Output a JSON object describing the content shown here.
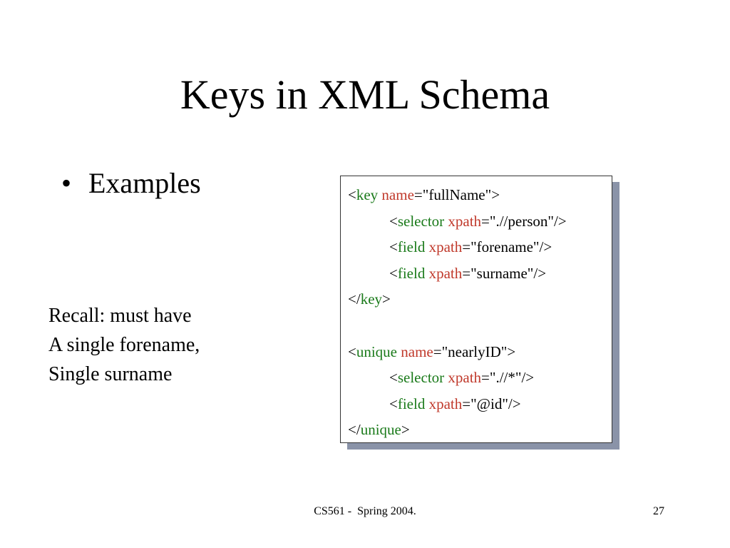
{
  "slide": {
    "title": "Keys in XML Schema",
    "bullet_glyph": "•",
    "bullet": "Examples",
    "note_lines": [
      "Recall: must have",
      "A single forename,",
      "Single surname"
    ]
  },
  "code_block": {
    "colors": {
      "tag": "#1a7a1a",
      "attribute": "#c0392b",
      "text": "#000000"
    },
    "lines": [
      {
        "indent": false,
        "tokens": [
          {
            "type": "punct",
            "text": "<"
          },
          {
            "type": "tag",
            "text": "key"
          },
          {
            "type": "punct",
            "text": " "
          },
          {
            "type": "attr",
            "text": "name"
          },
          {
            "type": "val",
            "text": "=\"fullName\">"
          }
        ]
      },
      {
        "indent": true,
        "tokens": [
          {
            "type": "punct",
            "text": "<"
          },
          {
            "type": "tag",
            "text": "selector"
          },
          {
            "type": "punct",
            "text": " "
          },
          {
            "type": "attr",
            "text": "xpath"
          },
          {
            "type": "val",
            "text": "=\".//person\"/>"
          }
        ]
      },
      {
        "indent": true,
        "tokens": [
          {
            "type": "punct",
            "text": "<"
          },
          {
            "type": "tag",
            "text": "field"
          },
          {
            "type": "punct",
            "text": " "
          },
          {
            "type": "attr",
            "text": "xpath"
          },
          {
            "type": "val",
            "text": "=\"forename\"/>"
          }
        ]
      },
      {
        "indent": true,
        "tokens": [
          {
            "type": "punct",
            "text": "<"
          },
          {
            "type": "tag",
            "text": "field"
          },
          {
            "type": "punct",
            "text": " "
          },
          {
            "type": "attr",
            "text": "xpath"
          },
          {
            "type": "val",
            "text": "=\"surname\"/>"
          }
        ]
      },
      {
        "indent": false,
        "tokens": [
          {
            "type": "punct",
            "text": "</"
          },
          {
            "type": "tag",
            "text": "key"
          },
          {
            "type": "punct",
            "text": ">"
          }
        ]
      },
      {
        "indent": false,
        "tokens": []
      },
      {
        "indent": false,
        "tokens": [
          {
            "type": "punct",
            "text": "<"
          },
          {
            "type": "tag",
            "text": "unique"
          },
          {
            "type": "punct",
            "text": " "
          },
          {
            "type": "attr",
            "text": "name"
          },
          {
            "type": "val",
            "text": "=\"nearlyID\">"
          }
        ]
      },
      {
        "indent": true,
        "tokens": [
          {
            "type": "punct",
            "text": "<"
          },
          {
            "type": "tag",
            "text": "selector"
          },
          {
            "type": "punct",
            "text": " "
          },
          {
            "type": "attr",
            "text": "xpath"
          },
          {
            "type": "val",
            "text": "=\".//*\"/>"
          }
        ]
      },
      {
        "indent": true,
        "tokens": [
          {
            "type": "punct",
            "text": "<"
          },
          {
            "type": "tag",
            "text": "field"
          },
          {
            "type": "punct",
            "text": " "
          },
          {
            "type": "attr",
            "text": "xpath"
          },
          {
            "type": "val",
            "text": "=\"@id\"/>"
          }
        ]
      },
      {
        "indent": false,
        "tokens": [
          {
            "type": "punct",
            "text": "</"
          },
          {
            "type": "tag",
            "text": "unique"
          },
          {
            "type": "punct",
            "text": ">"
          }
        ]
      }
    ]
  },
  "footer": {
    "course": "CS561 -  Spring 2004.",
    "page_number": "27"
  }
}
